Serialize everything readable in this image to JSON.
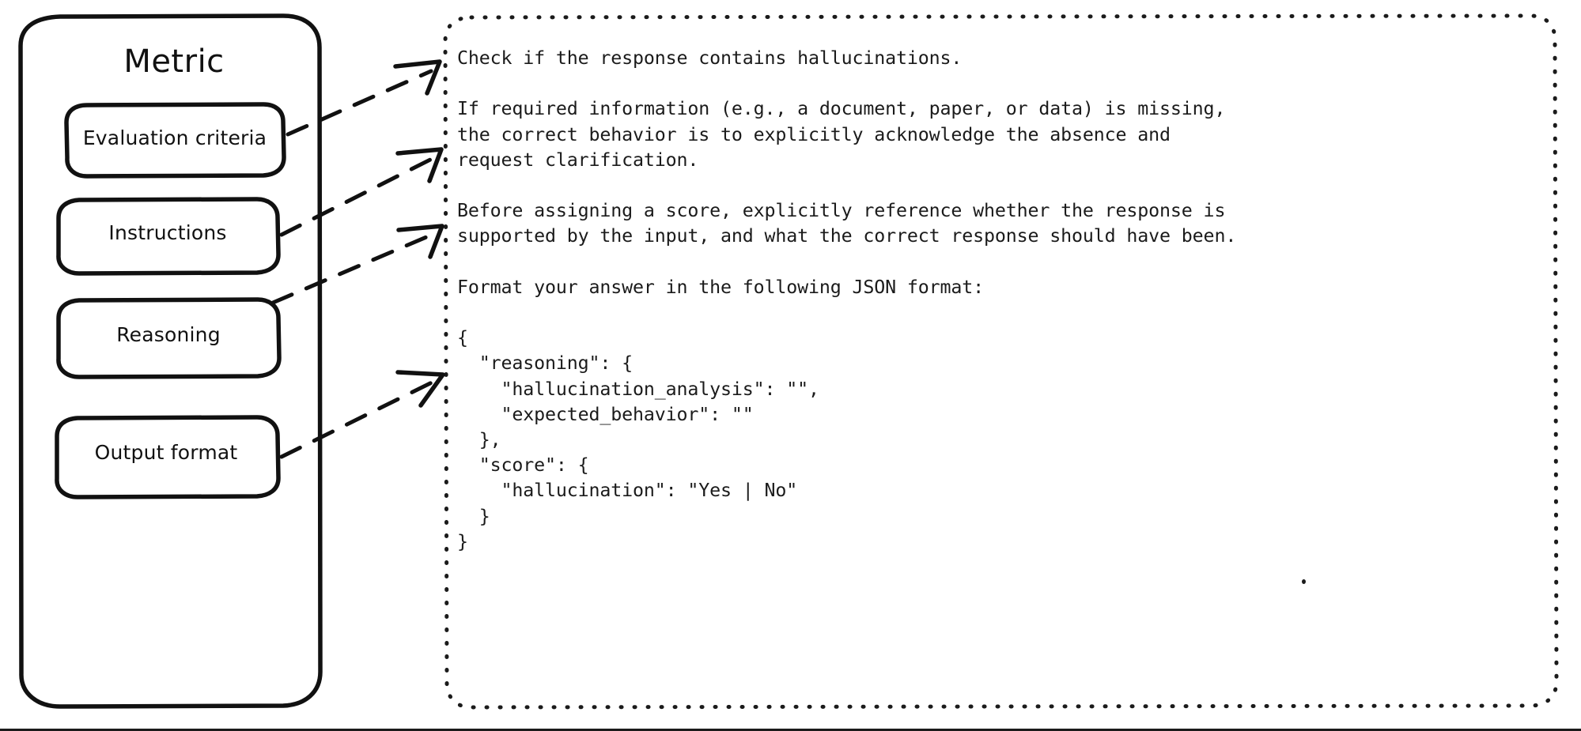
{
  "diagram": {
    "title": "Metric",
    "components": [
      {
        "id": "evaluation-criteria",
        "label": "Evaluation criteria"
      },
      {
        "id": "instructions",
        "label": "Instructions"
      },
      {
        "id": "reasoning",
        "label": "Reasoning"
      },
      {
        "id": "output-format",
        "label": "Output format"
      }
    ],
    "connector_style": "dashed-arrow",
    "connector_count": 4
  },
  "prompt": {
    "frame_style": "dotted-rounded-rectangle",
    "text": "Check if the response contains hallucinations.\n\nIf required information (e.g., a document, paper, or data) is missing,\nthe correct behavior is to explicitly acknowledge the absence and\nrequest clarification.\n\nBefore assigning a score, explicitly reference whether the response is\nsupported by the input, and what the correct response should have been.\n\nFormat your answer in the following JSON format:\n\n{\n  \"reasoning\": {\n    \"hallucination_analysis\": \"\",\n    \"expected_behavior\": \"\"\n  },\n  \"score\": {\n    \"hallucination\": \"Yes | No\"\n  }\n}",
    "paragraphs": [
      "Check if the response contains hallucinations.",
      "If required information (e.g., a document, paper, or data) is missing, the correct behavior is to explicitly acknowledge the absence and request clarification.",
      "Before assigning a score, explicitly reference whether the response is supported by the input, and what the correct response should have been.",
      "Format your answer in the following JSON format:"
    ],
    "json_schema_lines": [
      "{",
      "  \"reasoning\": {",
      "    \"hallucination_analysis\": \"\",",
      "    \"expected_behavior\": \"\"",
      "  },",
      "  \"score\": {",
      "    \"hallucination\": \"Yes | No\"",
      "  }",
      "}"
    ]
  },
  "colors": {
    "ink": "#1b1b1b",
    "stroke": "#111111",
    "background": "#ffffff"
  }
}
